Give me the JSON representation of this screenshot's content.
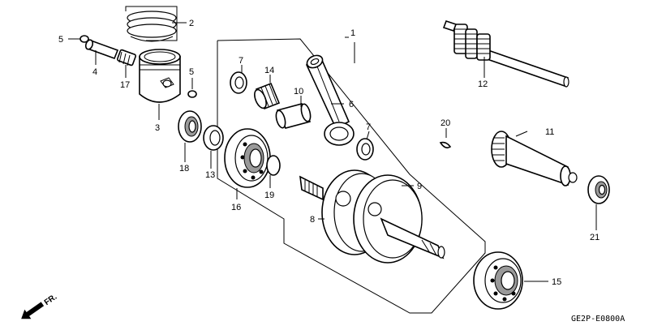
{
  "callouts": [
    {
      "id": "c1",
      "label": "1"
    },
    {
      "id": "c2",
      "label": "2"
    },
    {
      "id": "c3",
      "label": "3"
    },
    {
      "id": "c4",
      "label": "4"
    },
    {
      "id": "c5a",
      "label": "5"
    },
    {
      "id": "c5b",
      "label": "5"
    },
    {
      "id": "c6",
      "label": "6"
    },
    {
      "id": "c7a",
      "label": "7"
    },
    {
      "id": "c7b",
      "label": "7"
    },
    {
      "id": "c8",
      "label": "8"
    },
    {
      "id": "c9",
      "label": "9"
    },
    {
      "id": "c10",
      "label": "10"
    },
    {
      "id": "c11",
      "label": "11"
    },
    {
      "id": "c12",
      "label": "12"
    },
    {
      "id": "c13",
      "label": "13"
    },
    {
      "id": "c14",
      "label": "14"
    },
    {
      "id": "c15",
      "label": "15"
    },
    {
      "id": "c16",
      "label": "16"
    },
    {
      "id": "c17",
      "label": "17"
    },
    {
      "id": "c18",
      "label": "18"
    },
    {
      "id": "c19",
      "label": "19"
    },
    {
      "id": "c20",
      "label": "20"
    },
    {
      "id": "c21",
      "label": "21"
    }
  ],
  "direction_label": "FR.",
  "diagram_code": "GE2P-E0800A"
}
